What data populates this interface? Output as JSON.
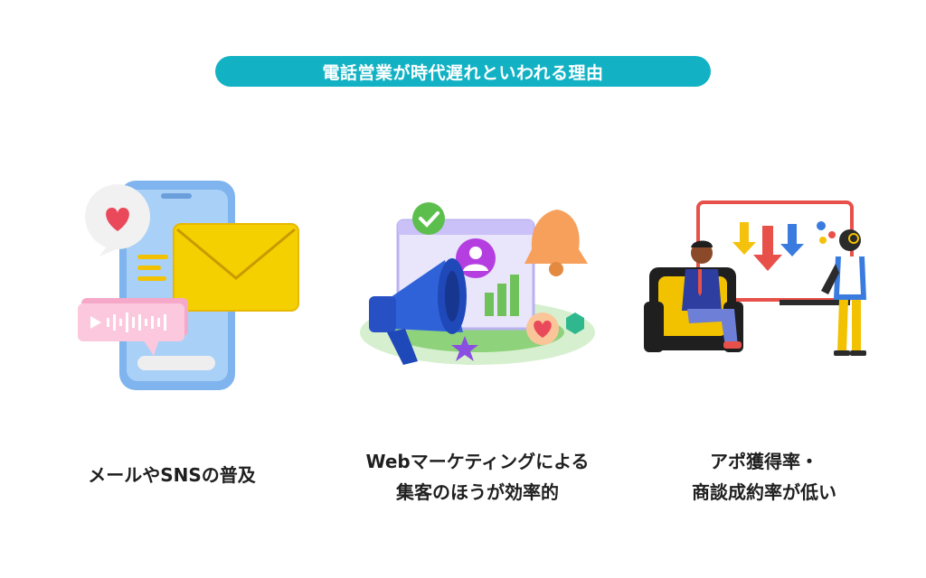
{
  "title": "電話営業が時代遅れといわれる理由",
  "colors": {
    "accent": "#12b2c4",
    "text": "#1f1f1f"
  },
  "reasons": [
    {
      "lines": [
        "メールやSNSの普及"
      ],
      "icon": "smartphone-mail-illustration"
    },
    {
      "lines": [
        "Webマーケティングによる",
        "集客のほうが効率的"
      ],
      "icon": "megaphone-marketing-illustration"
    },
    {
      "lines": [
        "アポ獲得率・",
        "商談成約率が低い"
      ],
      "icon": "business-meeting-chart-illustration"
    }
  ]
}
